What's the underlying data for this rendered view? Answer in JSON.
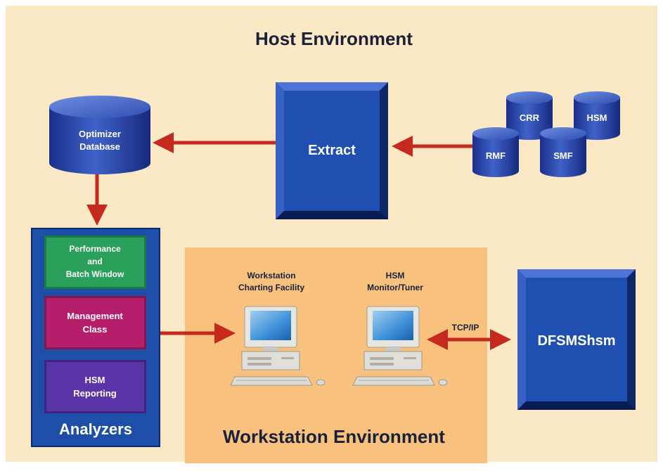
{
  "host": {
    "title": "Host Environment"
  },
  "database": {
    "line1": "Optimizer",
    "line2": "Database"
  },
  "extract": {
    "label": "Extract"
  },
  "sources": [
    {
      "label": "CRR"
    },
    {
      "label": "HSM"
    },
    {
      "label": "RMF"
    },
    {
      "label": "SMF"
    }
  ],
  "analyzers": {
    "title": "Analyzers",
    "items": [
      {
        "line1": "Performance",
        "line2": "and",
        "line3": "Batch Window"
      },
      {
        "line1": "Management",
        "line2": "Class"
      },
      {
        "line1": "HSM",
        "line2": "Reporting"
      }
    ]
  },
  "workstation": {
    "title": "Workstation Environment",
    "charting": {
      "line1": "Workstation",
      "line2": "Charting Facility"
    },
    "hsm_monitor": {
      "line1": "HSM",
      "line2": "Monitor/Tuner"
    }
  },
  "link": {
    "label": "TCP/IP"
  },
  "dfsmshsm": {
    "label": "DFSMShsm"
  },
  "colors": {
    "background": "#fbe8c4",
    "workstation_panel": "#f8c27e",
    "box_blue": "#1f4fb0",
    "panel_blue": "#1d4ea8",
    "arrow": "#c62a1f",
    "analyzer_green": "#2aa05a",
    "analyzer_magenta": "#b51e6a",
    "analyzer_purple": "#5b35a8"
  }
}
